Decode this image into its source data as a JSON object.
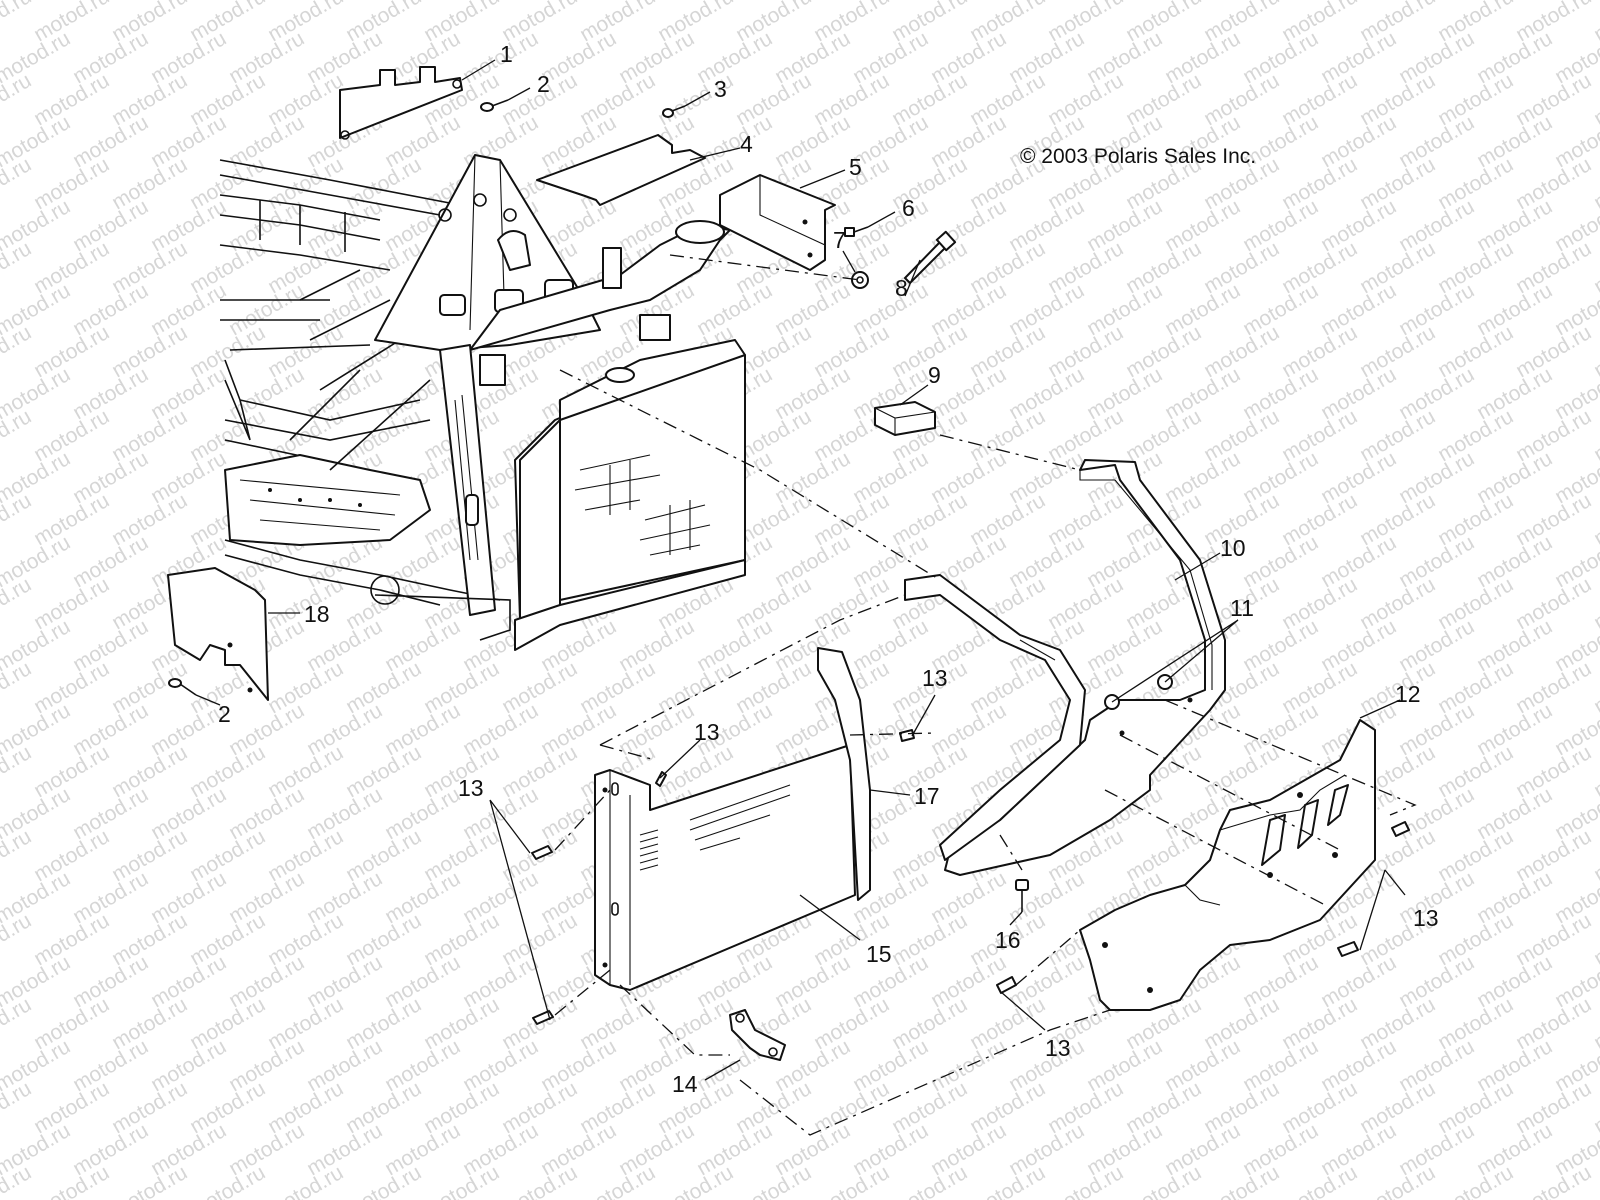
{
  "watermark": "motod.ru",
  "copyright": "© 2003 Polaris Sales Inc.",
  "callouts": {
    "c1": "1",
    "c2a": "2",
    "c2b": "2",
    "c3": "3",
    "c4": "4",
    "c5": "5",
    "c6": "6",
    "c7": "7",
    "c8": "8",
    "c9": "9",
    "c10": "10",
    "c11": "11",
    "c12": "12",
    "c13a": "13",
    "c13b": "13",
    "c13c": "13",
    "c13d": "13",
    "c13e": "13",
    "c14": "14",
    "c15": "15",
    "c16": "16",
    "c17": "17",
    "c18": "18"
  },
  "colors": {
    "ink": "#111111",
    "watermark": "#d6d6d6",
    "background": "#ffffff"
  }
}
